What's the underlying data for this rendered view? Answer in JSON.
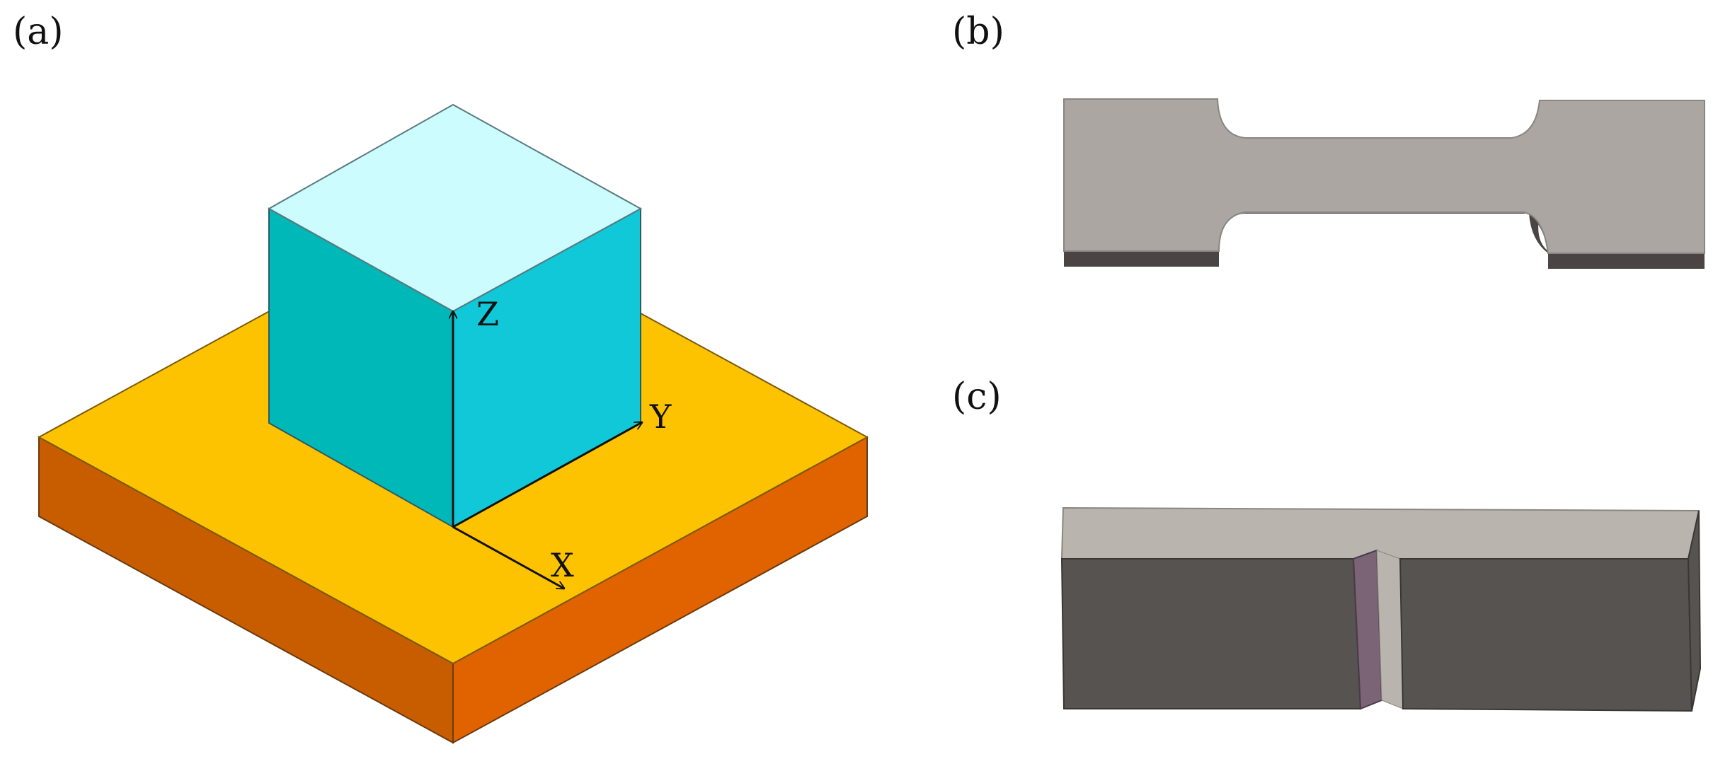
{
  "panels": {
    "a": {
      "label": "(a)"
    },
    "b": {
      "label": "(b)"
    },
    "c": {
      "label": "(c)"
    }
  },
  "axes": {
    "x": "X",
    "y": "Y",
    "z": "Z"
  },
  "colors": {
    "cube_top": "#ccfcfd",
    "cube_left": "#00b8b8",
    "cube_right": "#10c8d8",
    "plate_top": "#fdc300",
    "plate_left": "#c85d00",
    "plate_right": "#e06300",
    "dogbone_face": "#aba6a2",
    "dogbone_edge": "#4a4544",
    "notched_top": "#b9b5ae",
    "notched_front": "#575351",
    "notch_face": "#7a6475"
  }
}
